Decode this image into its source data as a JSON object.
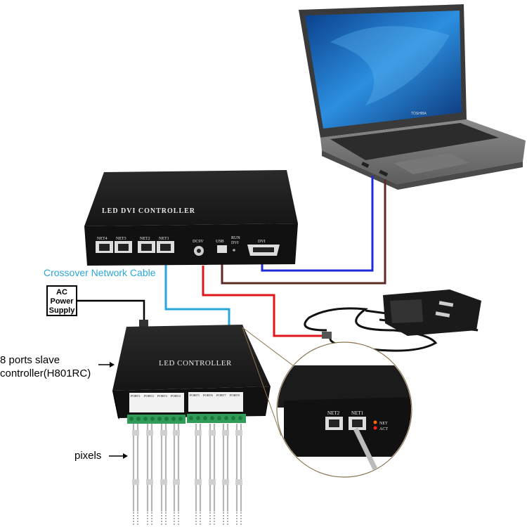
{
  "labels": {
    "crossover_cable": "Crossover Network Cable",
    "ac_power_supply": "AC Power Supply",
    "slave_controller_line1": "8 ports slave",
    "slave_controller_line2": "controller(H801RC)",
    "pixels": "pixels"
  },
  "dvi_controller": {
    "title": "LED DVI CONTROLLER",
    "ports": [
      "NET4",
      "NET3",
      "NET2",
      "NET1",
      "DC9V",
      "USB",
      "RUN",
      "DVI",
      "DVI"
    ]
  },
  "slave_controller": {
    "title": "LED CONTROLLER",
    "ports": [
      "PORT1",
      "PORT2",
      "PORT3",
      "PORT4",
      "PORT5",
      "PORT6",
      "PORT7",
      "PORT8"
    ]
  },
  "zoom_inset": {
    "ports": [
      "NET2",
      "NET1"
    ],
    "indicators": [
      "NET",
      "ACT"
    ]
  },
  "laptop": {
    "brand": "TOSHIBA"
  },
  "colors": {
    "crossover_cable": "#2aa7d8",
    "power_cable": "#e0161b",
    "usb_cable": "#5a2c24",
    "dvi_cable": "#1f2bd6",
    "device_body": "#1b1b1b"
  }
}
